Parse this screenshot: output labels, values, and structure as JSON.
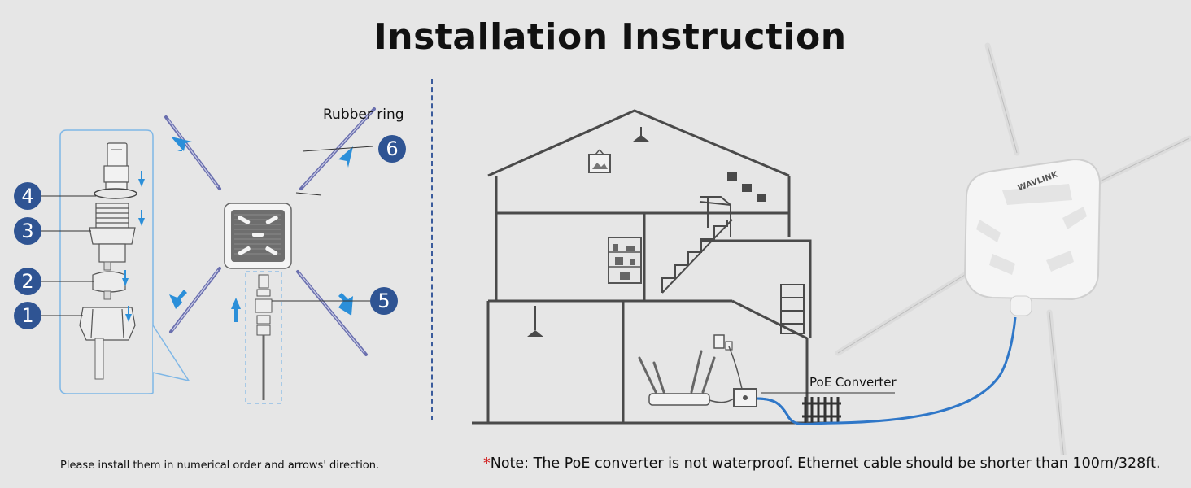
{
  "title": "Installation Instruction",
  "left_panel": {
    "steps": [
      "1",
      "2",
      "3",
      "4",
      "5",
      "6"
    ],
    "rubber_ring_label": "Rubber ring",
    "footnote": "Please install them in numerical order and arrows' direction."
  },
  "right_panel": {
    "poe_label": "PoE Converter",
    "brand_logo": "WAVLINK",
    "note_star": "*",
    "note_text": "Note: The PoE converter is not waterproof. Ethernet cable should be shorter than 100m/328ft."
  },
  "colors": {
    "accent": "#2f5493",
    "arrow": "#2b8fd9",
    "cable": "#2f77c8",
    "note_star": "#d01414"
  }
}
